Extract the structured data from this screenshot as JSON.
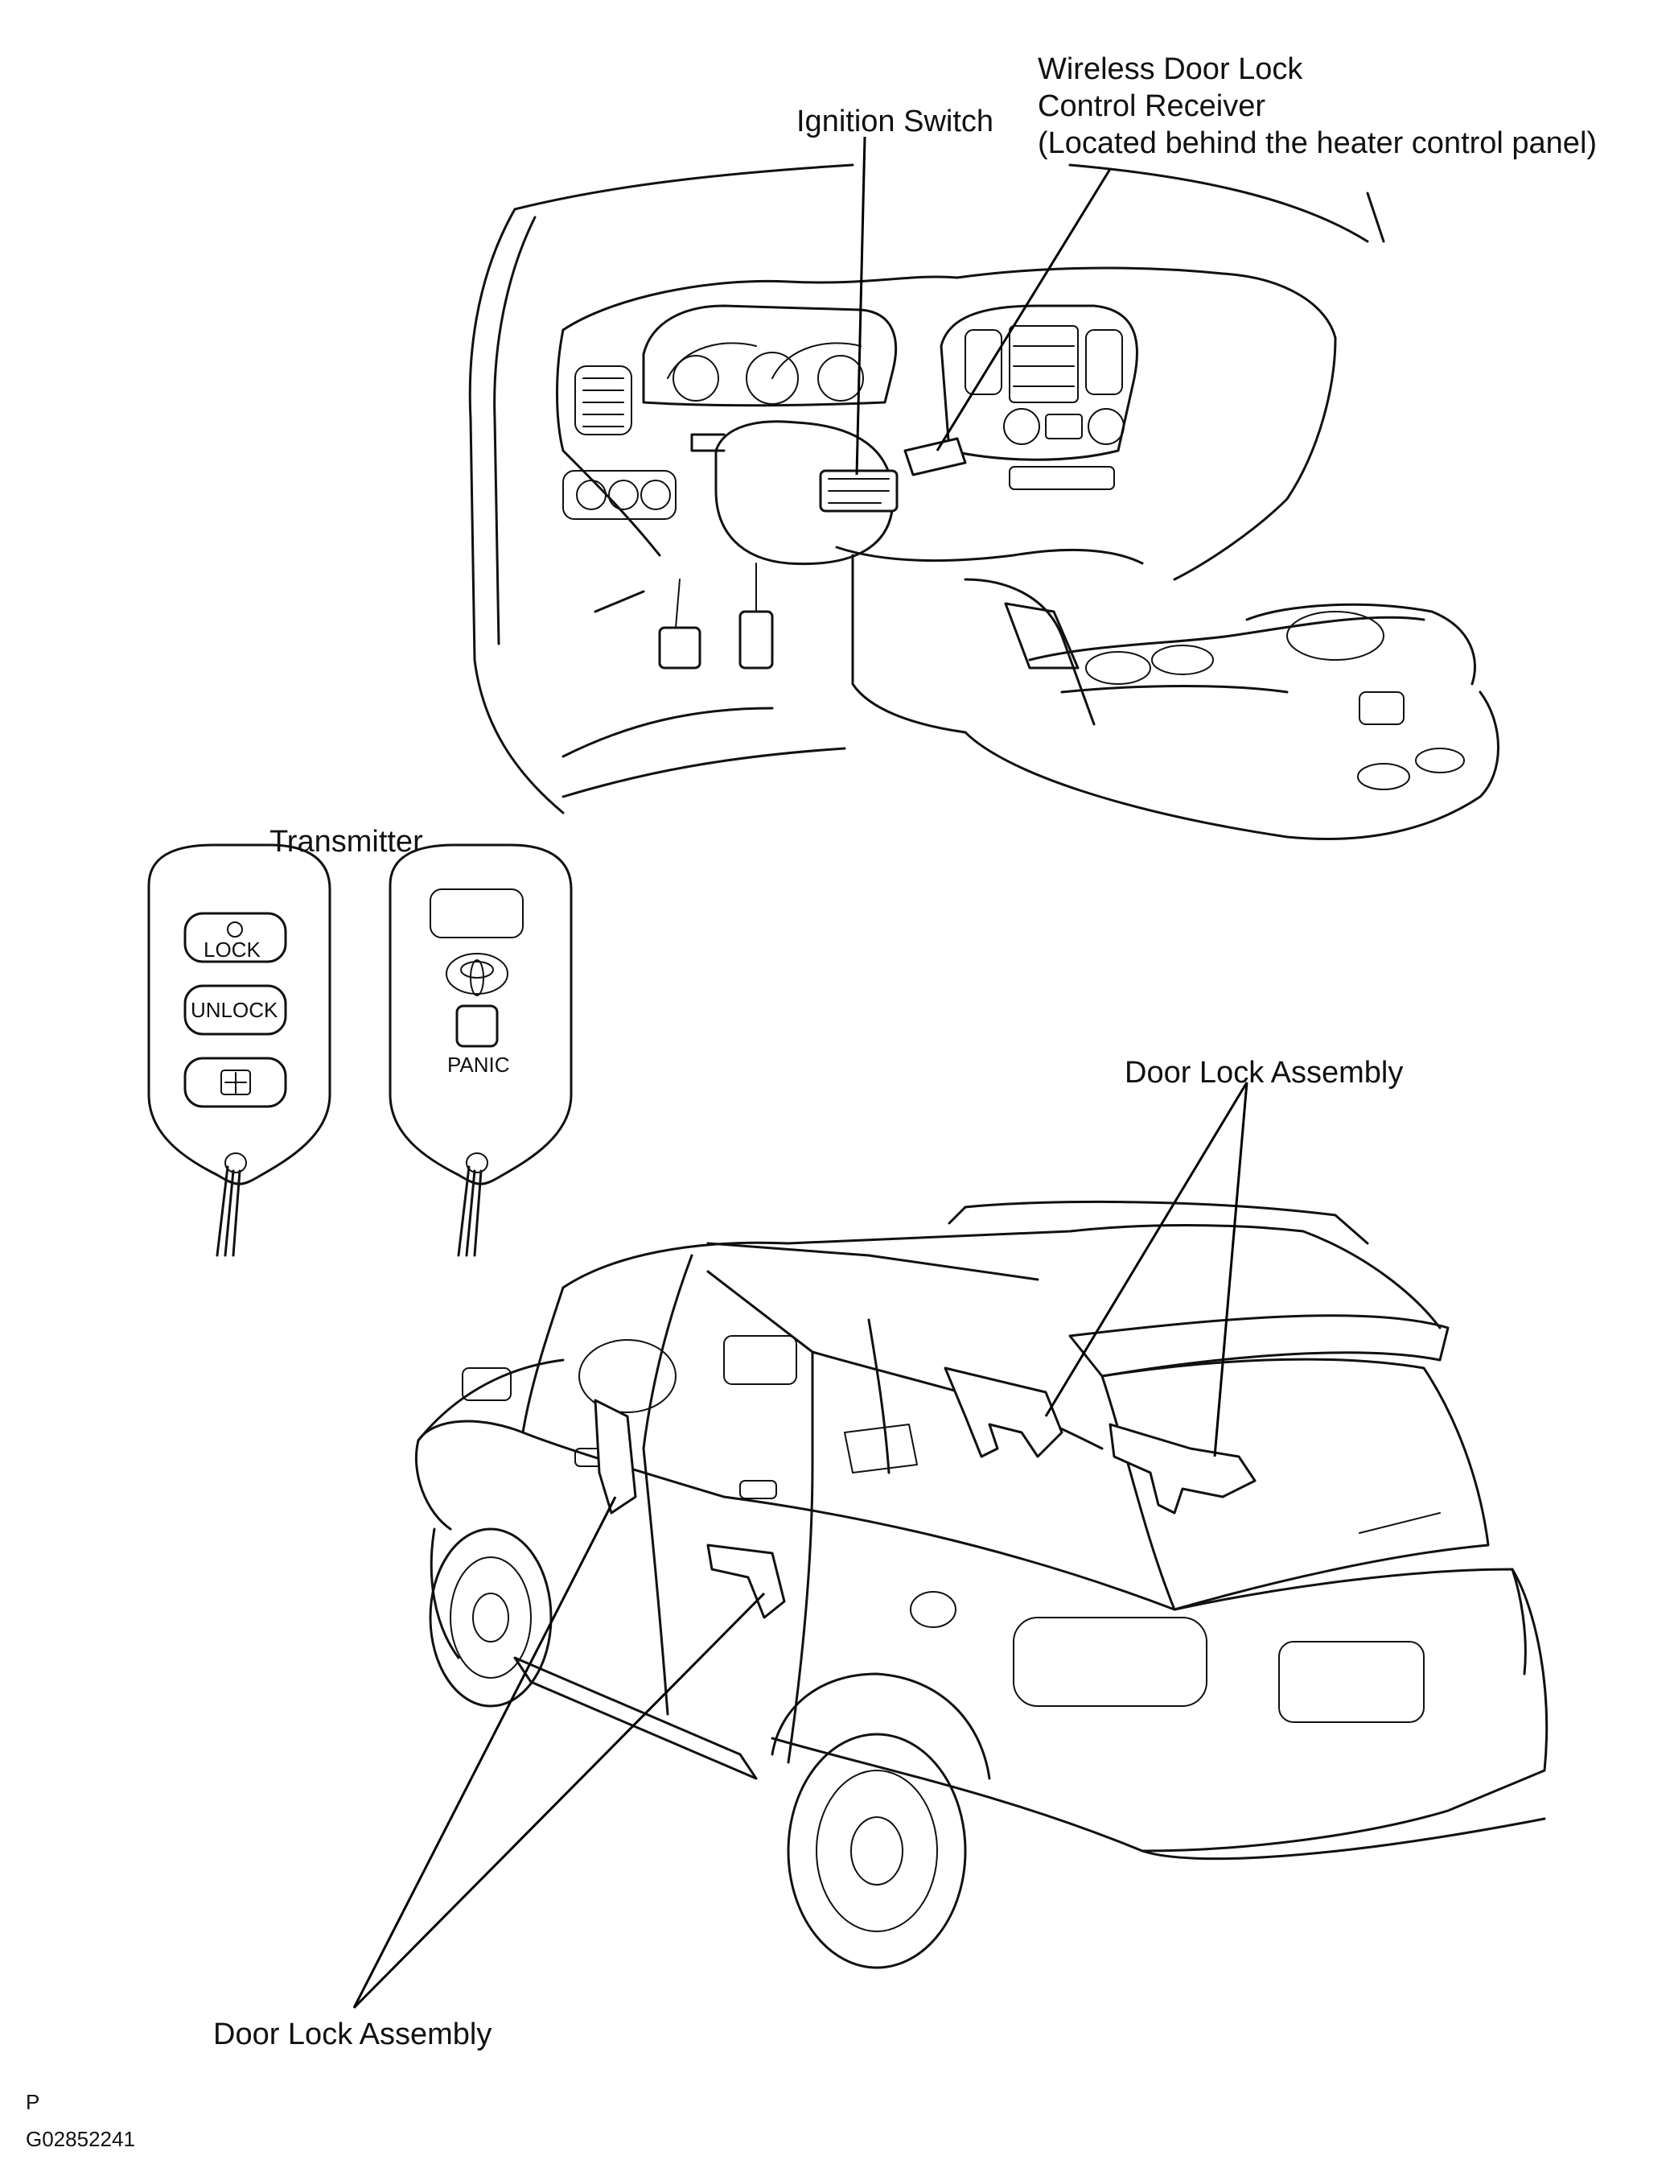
{
  "labels": {
    "ignition_switch": "Ignition Switch",
    "receiver_line1": "Wireless Door Lock",
    "receiver_line2": "Control Receiver",
    "receiver_line3": "(Located behind the heater control panel)",
    "transmitter": "Transmitter",
    "door_lock_rear": "Door Lock Assembly",
    "door_lock_front": "Door Lock Assembly"
  },
  "transmitter_buttons": {
    "lock": "LOCK",
    "unlock": "UNLOCK",
    "panic": "PANIC"
  },
  "footer": {
    "code": "P",
    "figure_id": "G02852241"
  },
  "icons": [
    "toyota-logo-icon",
    "liftgate-icon"
  ]
}
